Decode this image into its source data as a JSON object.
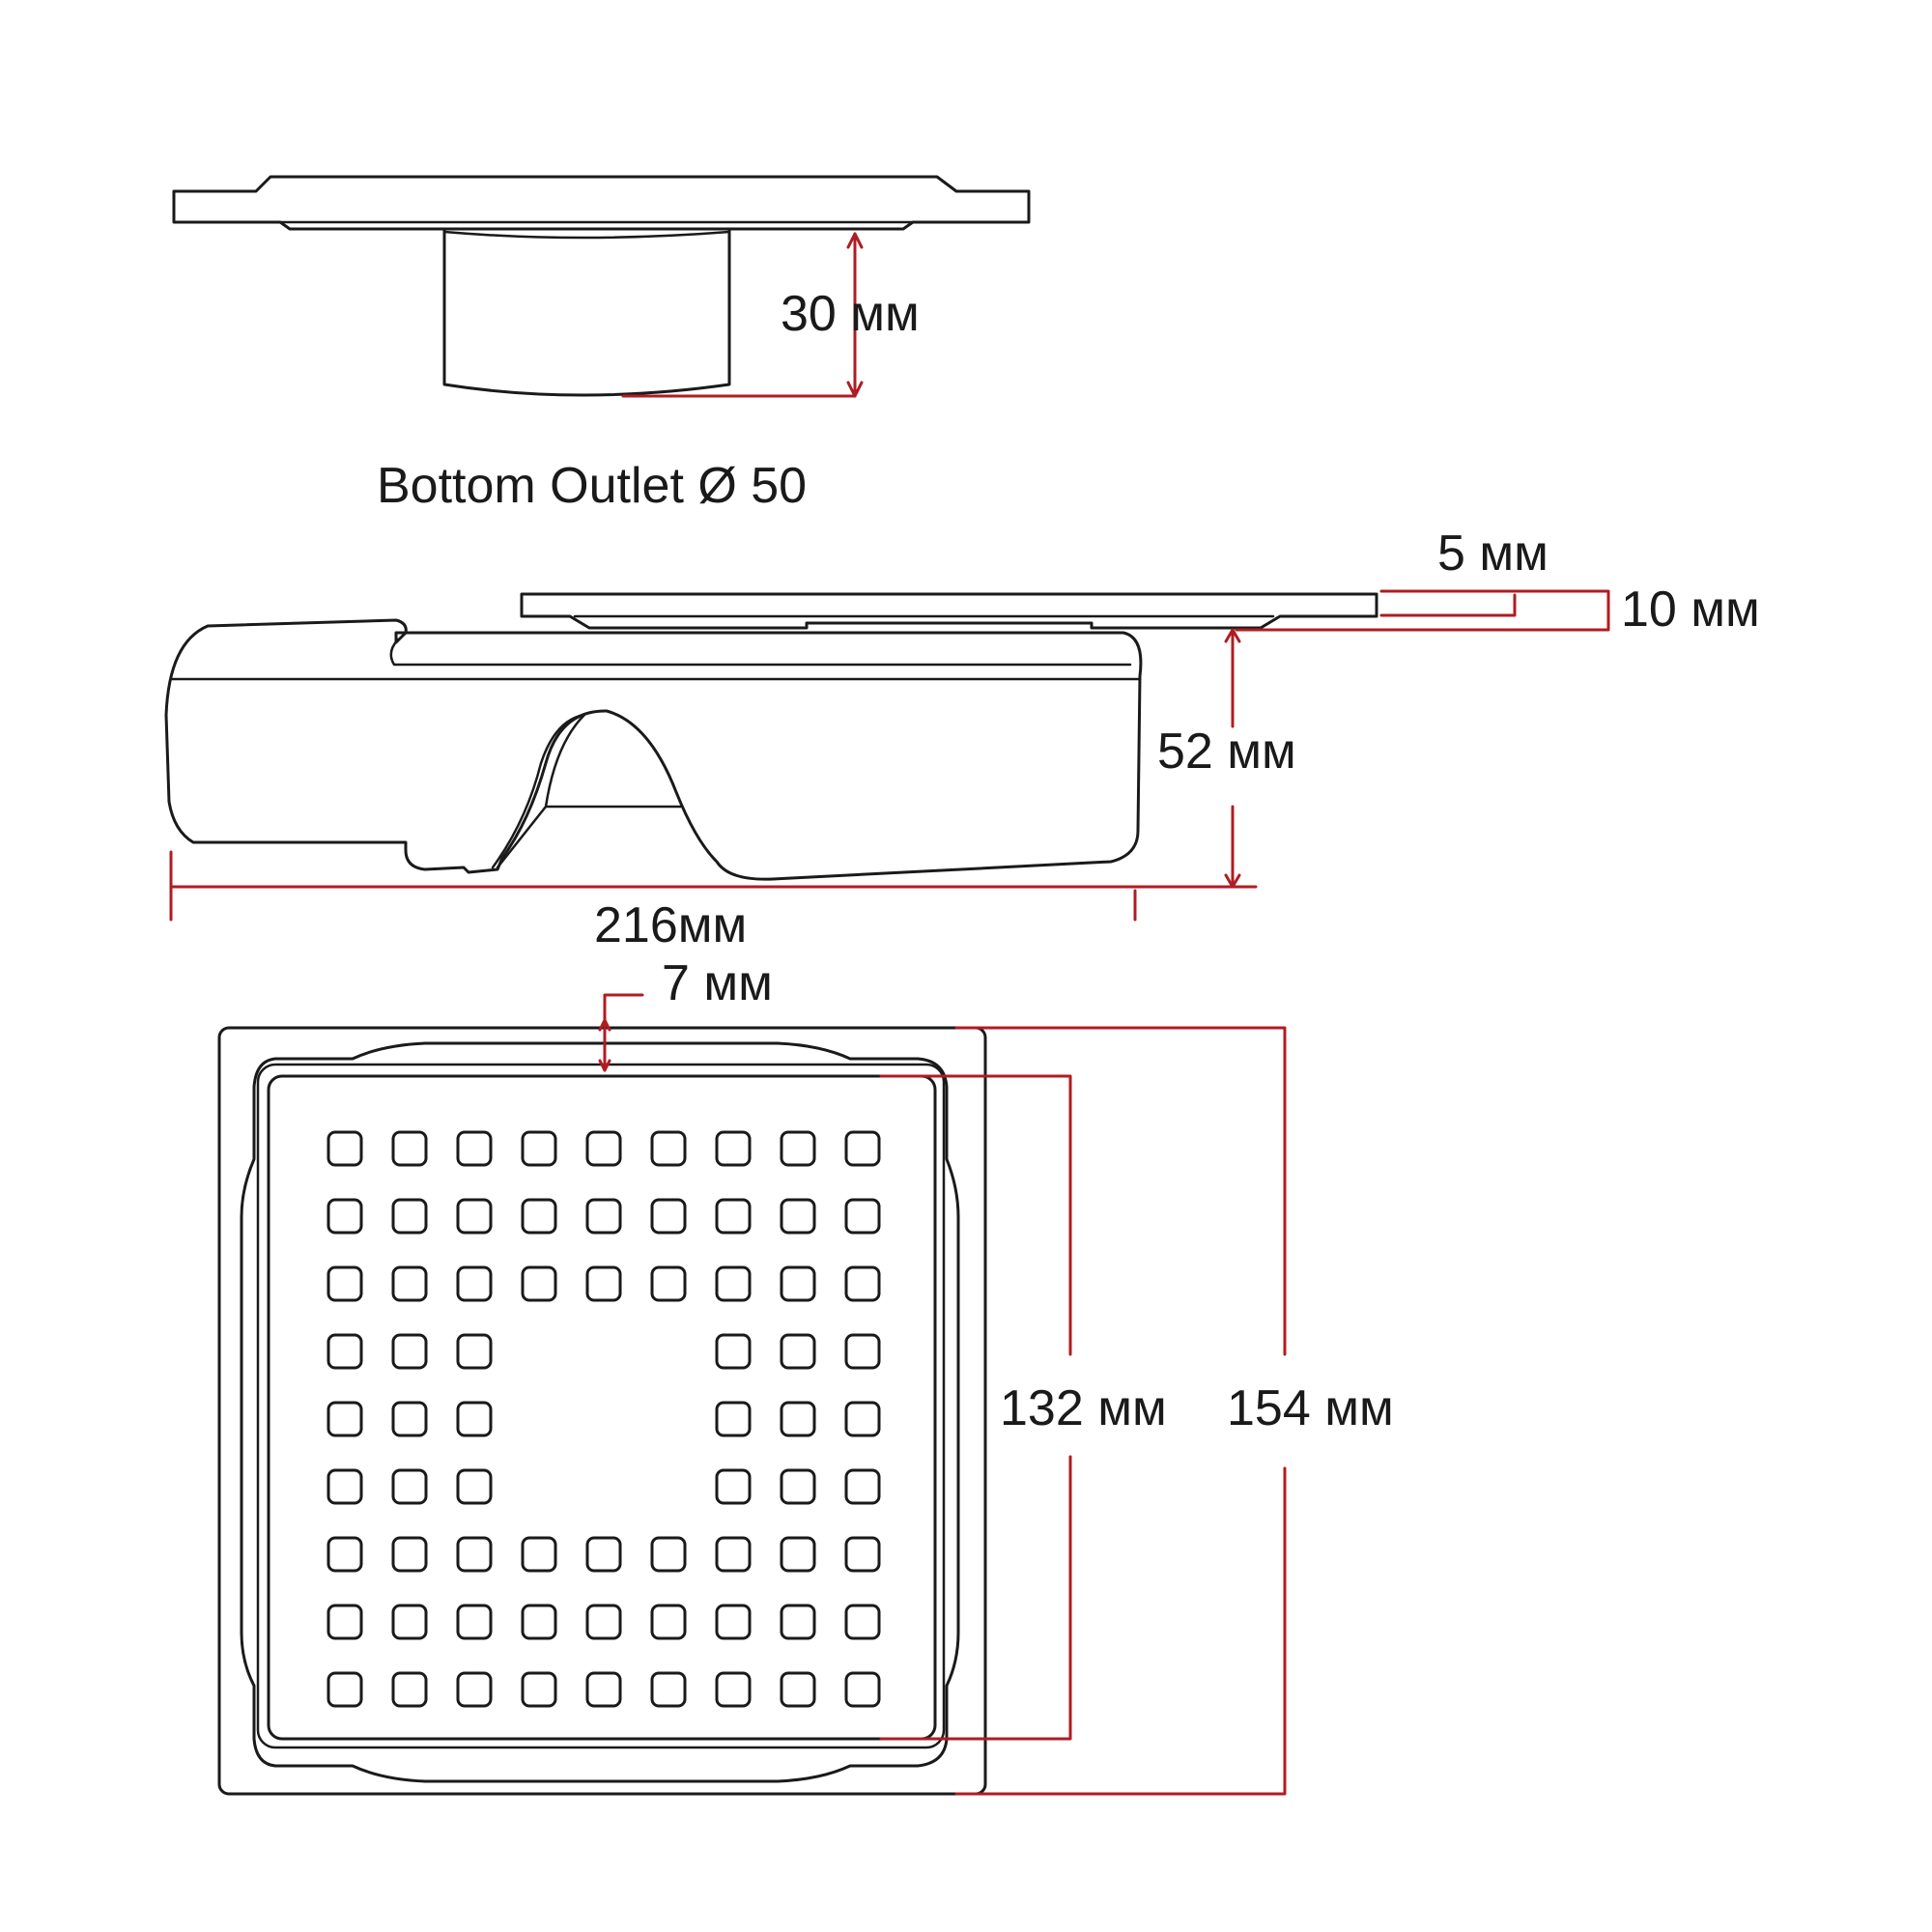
{
  "labels": {
    "top_height": "30 мм",
    "outlet": "Bottom Outlet Ø 50",
    "lip": "5 мм",
    "plate": "10 мм",
    "body_height": "52 мм",
    "length": "216мм",
    "rim": "7 мм",
    "grate": "132 мм",
    "frame": "154 мм"
  },
  "colors": {
    "outline": "#1a1a1a",
    "dimension": "#b01c22",
    "background": "#ffffff"
  }
}
